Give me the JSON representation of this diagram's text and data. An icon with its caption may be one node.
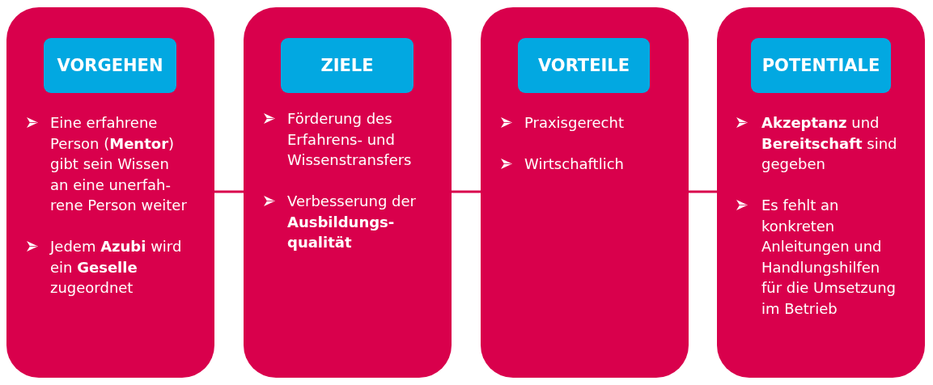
{
  "diagram": {
    "nodes": [
      {
        "text": [
          "Eine erfahrene Person (**Mentor**) gibt sein Wissen an eine unerfah-rene Person weiter",
          "Jedem **Azubi** wird ein **Geselle** zugeordnet"
        ]
      },
      {
        "text": [
          "VORGEHEN"
        ],
        "in": 0
      },
      {
        "text": [
          "Förderung des Erfahrens- und Wissenstransfers",
          "Verbesserung der **Ausbildungs-qualität**"
        ]
      },
      {
        "text": [
          "ZIELE"
        ],
        "in": 2
      },
      {
        "text": [
          "Praxisgerecht",
          "Wirtschaftlich"
        ]
      },
      {
        "text": [
          "VORTEILE"
        ],
        "in": 4
      },
      {
        "text": [
          "**Akzeptanz** und **Bereitschaft** sind gegeben",
          "Es fehlt an konkreten Anleitungen und Handlungshilfen für die Umsetzung im Betrieb"
        ]
      },
      {
        "text": [
          "POTENTIALE"
        ],
        "in": 6
      }
    ],
    "edges": [
      {
        "from": 0,
        "to": 2,
        "arrow": "none"
      },
      {
        "from": 2,
        "to": 4,
        "arrow": "none"
      },
      {
        "from": 4,
        "to": 6,
        "arrow": "none"
      }
    ]
  }
}
